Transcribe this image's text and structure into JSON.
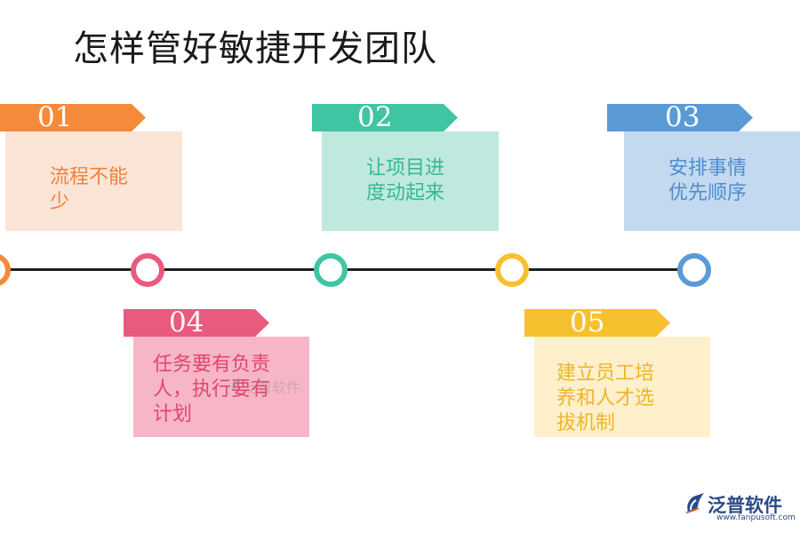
{
  "title": "怎样管好敏捷开发团队",
  "steps": [
    {
      "num": "01",
      "text": [
        "流程不能",
        "少"
      ],
      "color": "#f58a3a",
      "bg": "#fbe5d7",
      "fg": "#f0813a"
    },
    {
      "num": "02",
      "text": [
        "让项目进",
        "度动起来"
      ],
      "color": "#3fc5a4",
      "bg": "#bfe9de",
      "fg": "#35b896"
    },
    {
      "num": "03",
      "text": [
        "安排事情",
        "优先顺序"
      ],
      "color": "#5a9ad6",
      "bg": "#c3d9ef",
      "fg": "#4e8ccd"
    },
    {
      "num": "04",
      "text": [
        "任务要有负责",
        "人，执行要有",
        "计划"
      ],
      "color": "#ea5a7e",
      "bg": "#f7b6c7",
      "fg": "#e2456d"
    },
    {
      "num": "05",
      "text": [
        "建立员工培",
        "养和人才选",
        "拔机制"
      ],
      "color": "#f7c02e",
      "bg": "#fdf0cb",
      "fg": "#f0b526"
    }
  ],
  "timeline_colors": [
    "#f58a3a",
    "#ea5a7e",
    "#3fc5a4",
    "#f7c02e",
    "#5a9ad6"
  ],
  "logo": {
    "name": "泛普软件",
    "url": "www.fanpusoft.com"
  },
  "watermark": "泛普软件"
}
